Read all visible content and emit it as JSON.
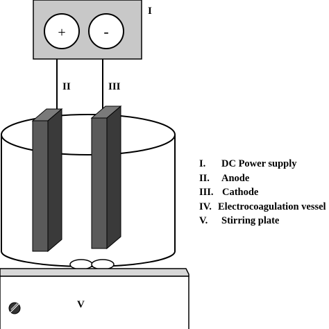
{
  "labels": {
    "power_supply": "I",
    "anode": "II",
    "cathode": "III",
    "stirring_plate": "V"
  },
  "power_supply": {
    "positive": "+",
    "negative": "-"
  },
  "legend": [
    {
      "num": "I.",
      "text": "DC Power supply"
    },
    {
      "num": "II.",
      "text": "Anode"
    },
    {
      "num": "III.",
      "text": "Cathode"
    },
    {
      "num": "IV.",
      "text": "Electrocoagulation vessel"
    },
    {
      "num": "V.",
      "text": "Stirring plate"
    }
  ],
  "colors": {
    "power_supply_fill": "#c8c8c8",
    "electrode_front": "#5a5a5a",
    "electrode_side": "#3a3a3a",
    "stroke": "#000000",
    "background": "#ffffff"
  },
  "icons": {
    "stir_knob": "knob-icon",
    "stir_bar": "magnetic-stir-bar-icon"
  }
}
